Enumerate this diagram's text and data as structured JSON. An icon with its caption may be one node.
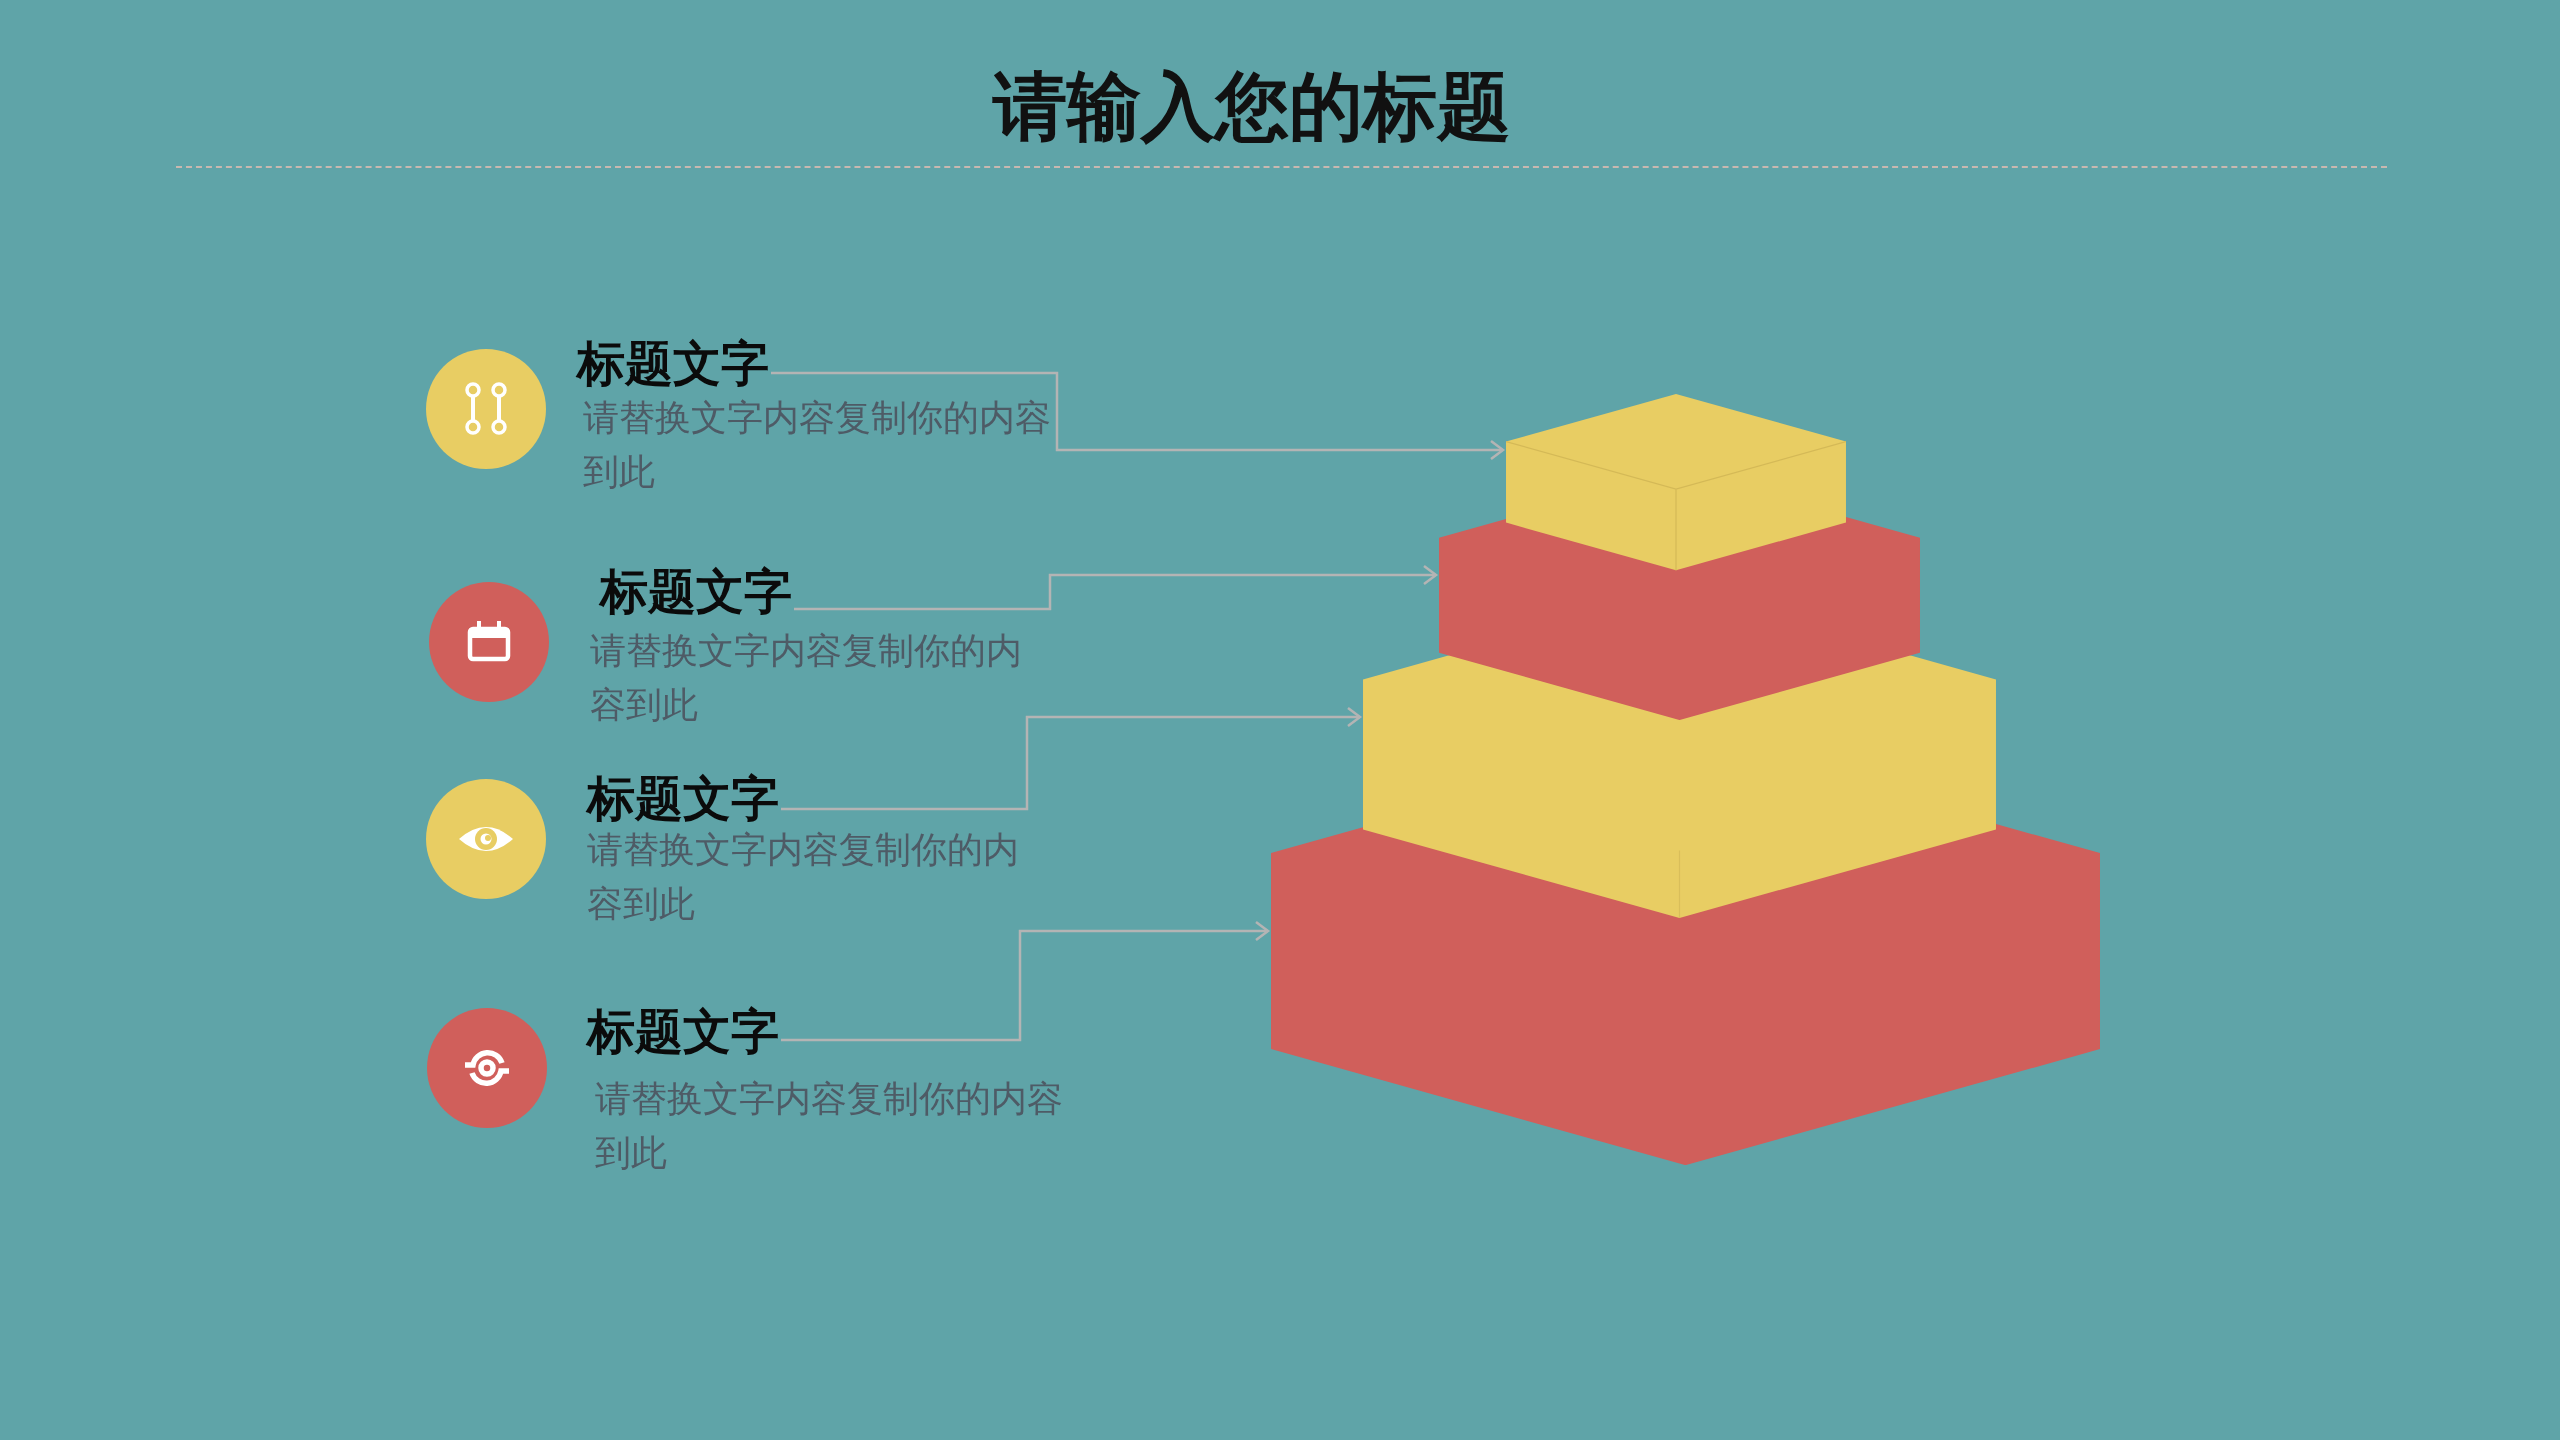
{
  "diagram": {
    "title": "请输入您的标题",
    "nodes": [
      {
        "text": [
          "标题文字"
        ],
        "beside": [
          "请替换文字内容复制你的内容到此"
        ]
      },
      {
        "text": [
          "标题文字"
        ],
        "beside": [
          "请替换文字内容复制你的内容到此"
        ]
      },
      {
        "text": [
          "标题文字"
        ],
        "beside": [
          "请替换文字内容复制你的内容到此"
        ]
      },
      {
        "text": [
          "标题文字"
        ],
        "beside": [
          "请替换文字内容复制你的内容到此"
        ]
      },
      {
        "text": [],
        "shape": "box"
      },
      {
        "text": [],
        "shape": "box"
      },
      {
        "text": [],
        "shape": "box"
      },
      {
        "text": [],
        "shape": "box"
      }
    ],
    "edges": [
      {
        "from": 0,
        "to": 4,
        "arrow": "to"
      },
      {
        "from": 1,
        "to": 5,
        "arrow": "to"
      },
      {
        "from": 2,
        "to": 6,
        "arrow": "to"
      },
      {
        "from": 3,
        "to": 7,
        "arrow": "to"
      }
    ]
  }
}
